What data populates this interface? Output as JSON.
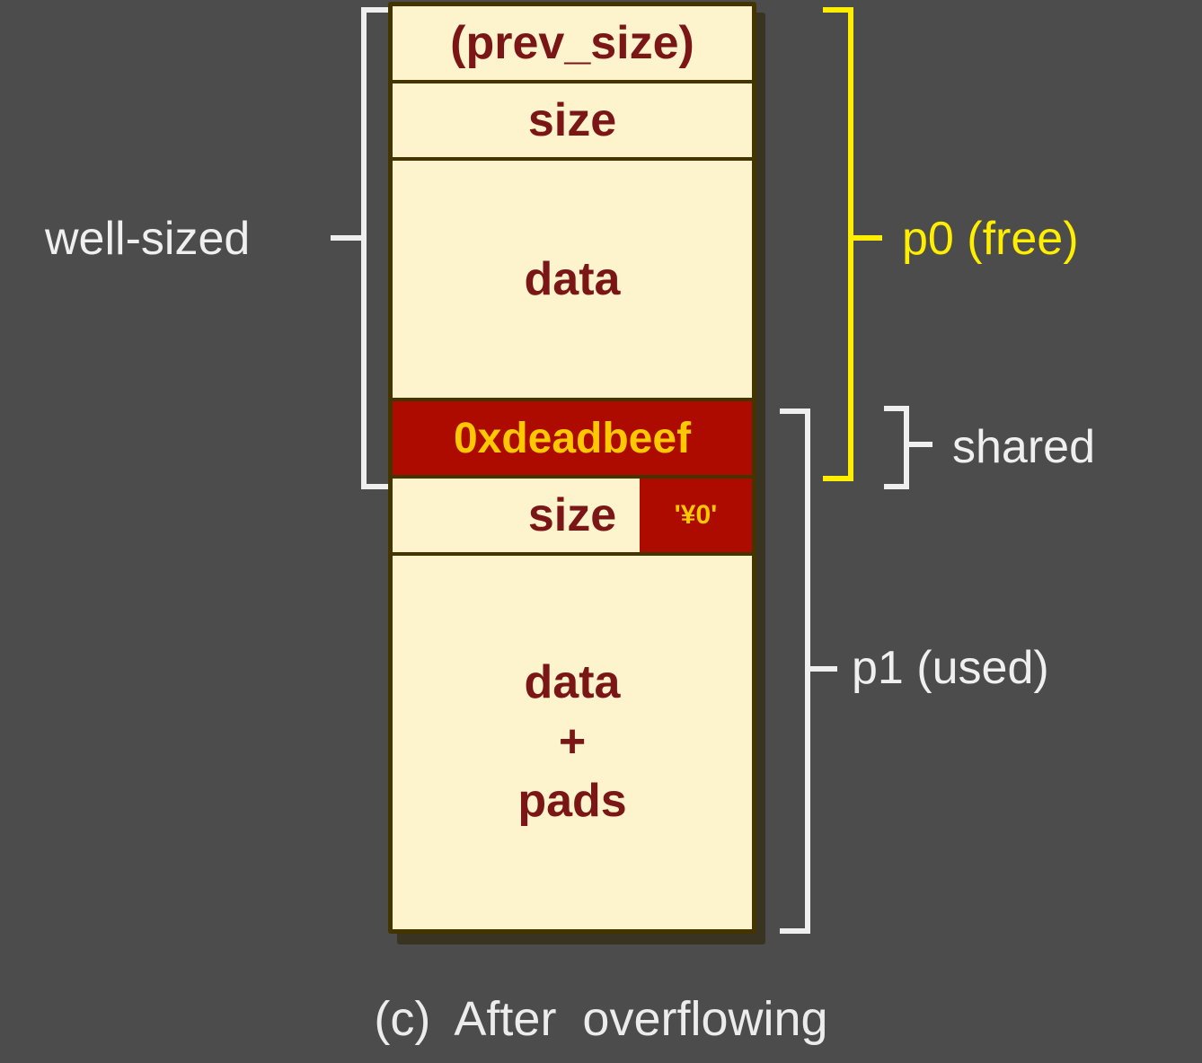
{
  "colors": {
    "background": "#4c4c4c",
    "chunk_fill": "#fdf3cd",
    "chunk_border": "#443500",
    "field_text": "#7b1616",
    "overflow_fill": "#ad0b00",
    "overflow_text": "#ffc800",
    "bracket_white": "#efefef",
    "bracket_yellow": "#ffee00",
    "caption_text": "#ececec"
  },
  "chunk": {
    "rows": [
      {
        "label": "(prev_size)"
      },
      {
        "label": "size"
      },
      {
        "label": "data"
      },
      {
        "label": "0xdeadbeef"
      },
      {
        "label": "size",
        "overflow_byte": "'¥0'"
      },
      {
        "lines": [
          "data",
          "+",
          "pads"
        ]
      }
    ]
  },
  "annotations": {
    "well_sized": "well-sized",
    "p0": "p0 (free)",
    "shared": "shared",
    "p1": "p1 (used)"
  },
  "caption": {
    "text": "(c) After overflowing"
  }
}
